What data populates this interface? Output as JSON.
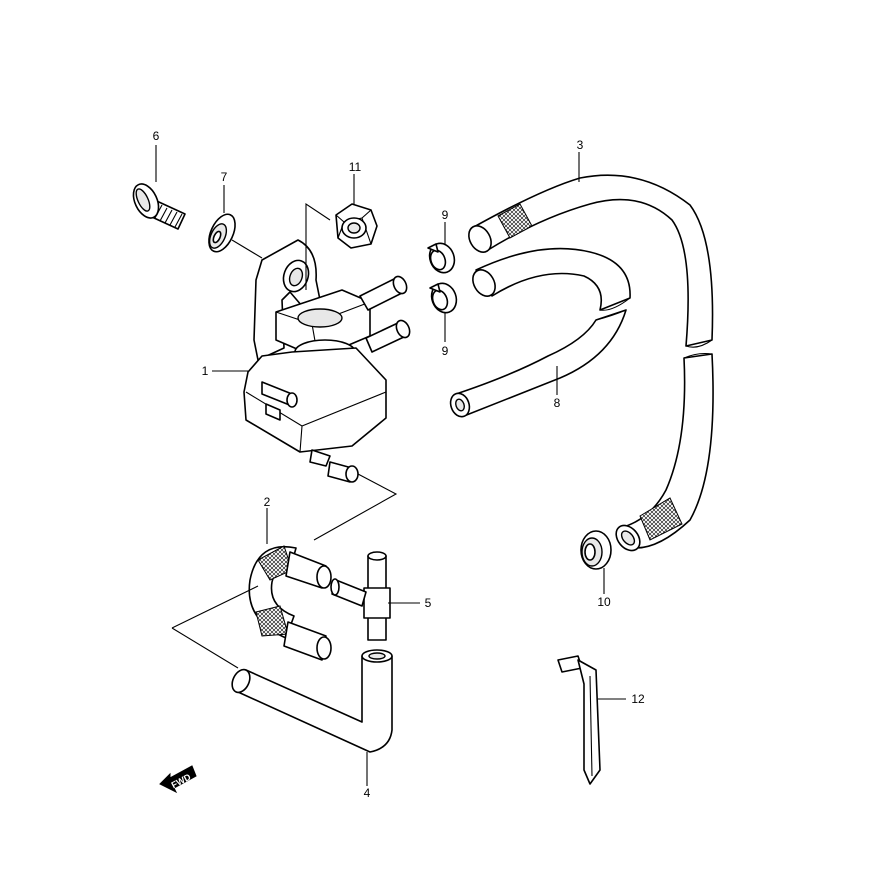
{
  "callouts": {
    "c1": "1",
    "c2": "2",
    "c3": "3",
    "c4": "4",
    "c5": "5",
    "c6": "6",
    "c7": "7",
    "c8": "8",
    "c9a": "9",
    "c9b": "9",
    "c10": "10",
    "c11": "11",
    "c12": "12"
  },
  "direction_badge": "FWD"
}
